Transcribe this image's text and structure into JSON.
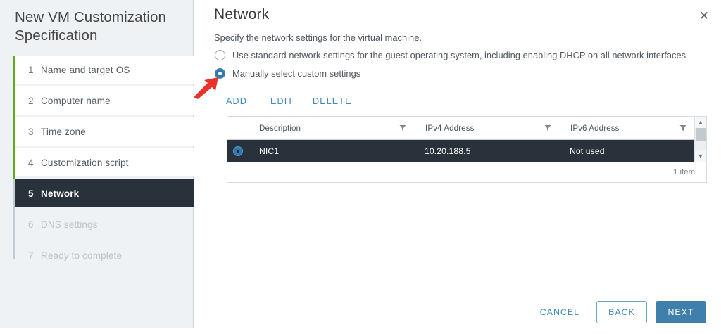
{
  "wizard": {
    "title": "New VM Customization Specification",
    "rail_color": "#60a917",
    "steps": [
      {
        "num": "1",
        "label": "Name and target OS",
        "state": "done"
      },
      {
        "num": "2",
        "label": "Computer name",
        "state": "done"
      },
      {
        "num": "3",
        "label": "Time zone",
        "state": "done"
      },
      {
        "num": "4",
        "label": "Customization script",
        "state": "done"
      },
      {
        "num": "5",
        "label": "Network",
        "state": "active"
      },
      {
        "num": "6",
        "label": "DNS settings",
        "state": "pending"
      },
      {
        "num": "7",
        "label": "Ready to complete",
        "state": "pending"
      }
    ]
  },
  "page": {
    "title": "Network",
    "subtitle": "Specify the network settings for the virtual machine.",
    "close_label": "✕"
  },
  "options": {
    "standard": {
      "label": "Use standard network settings for the guest operating system, including enabling DHCP on all network interfaces",
      "selected": false
    },
    "manual": {
      "label": "Manually select custom settings",
      "selected": true
    }
  },
  "toolbar": {
    "add_label": "ADD",
    "edit_label": "EDIT",
    "delete_label": "DELETE",
    "accent": "#3f8ab8"
  },
  "table": {
    "columns": [
      "Description",
      "IPv4 Address",
      "IPv6 Address"
    ],
    "rows": [
      {
        "selected": true,
        "description": "NIC1",
        "ipv4": "10.20.188.5",
        "ipv6": "Not used"
      }
    ],
    "footer_count": "1 item",
    "selected_row_bg": "#29323b"
  },
  "footer": {
    "cancel_label": "CANCEL",
    "back_label": "BACK",
    "next_label": "NEXT"
  },
  "annotation": {
    "arrow_color": "#e8322a",
    "points_to": "manual-radio"
  }
}
